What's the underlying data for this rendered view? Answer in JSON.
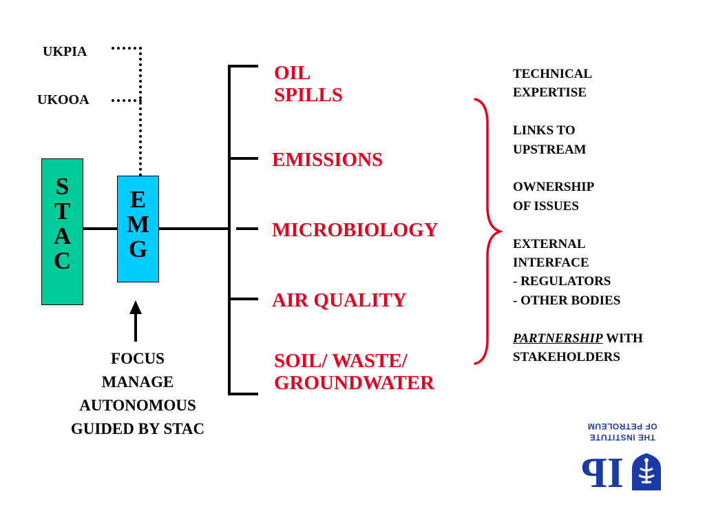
{
  "left_side": {
    "ukpia": "UKPIA",
    "ukooa": "UKOOA"
  },
  "stac_box": {
    "letters": [
      "S",
      "T",
      "A",
      "C"
    ]
  },
  "emg_box": {
    "letters": [
      "E",
      "M",
      "G"
    ]
  },
  "focus_text": [
    "FOCUS",
    "MANAGE",
    "AUTONOMOUS",
    "GUIDED BY STAC"
  ],
  "branches": [
    {
      "line1": "OIL",
      "line2": "SPILLS"
    },
    {
      "line1": "EMISSIONS"
    },
    {
      "line1": "MICROBIOLOGY"
    },
    {
      "line1": "AIR QUALITY"
    },
    {
      "line1": "SOIL/ WASTE/",
      "line2": "GROUNDWATER"
    }
  ],
  "right_notes": {
    "technical": [
      "TECHNICAL",
      "EXPERTISE"
    ],
    "links": [
      "LINKS TO",
      "UPSTREAM"
    ],
    "ownership": [
      "OWNERSHIP",
      "OF ISSUES"
    ],
    "external": [
      "EXTERNAL",
      "INTERFACE",
      "- REGULATORS",
      "- OTHER BODIES"
    ],
    "partnership_em": "PARTNERSHIP",
    "partnership_rest": " WITH",
    "stakeholders": "STAKEHOLDERS"
  },
  "logo": {
    "letters": "IP",
    "line1": "THE INSTITUTE",
    "line2": "OF PETROLEUM"
  },
  "colors": {
    "stac": "#00cc99",
    "emg": "#00ccff",
    "branch_text": "#e8001c",
    "bracket": "#e8001c",
    "logo": "#1a3aa8"
  }
}
